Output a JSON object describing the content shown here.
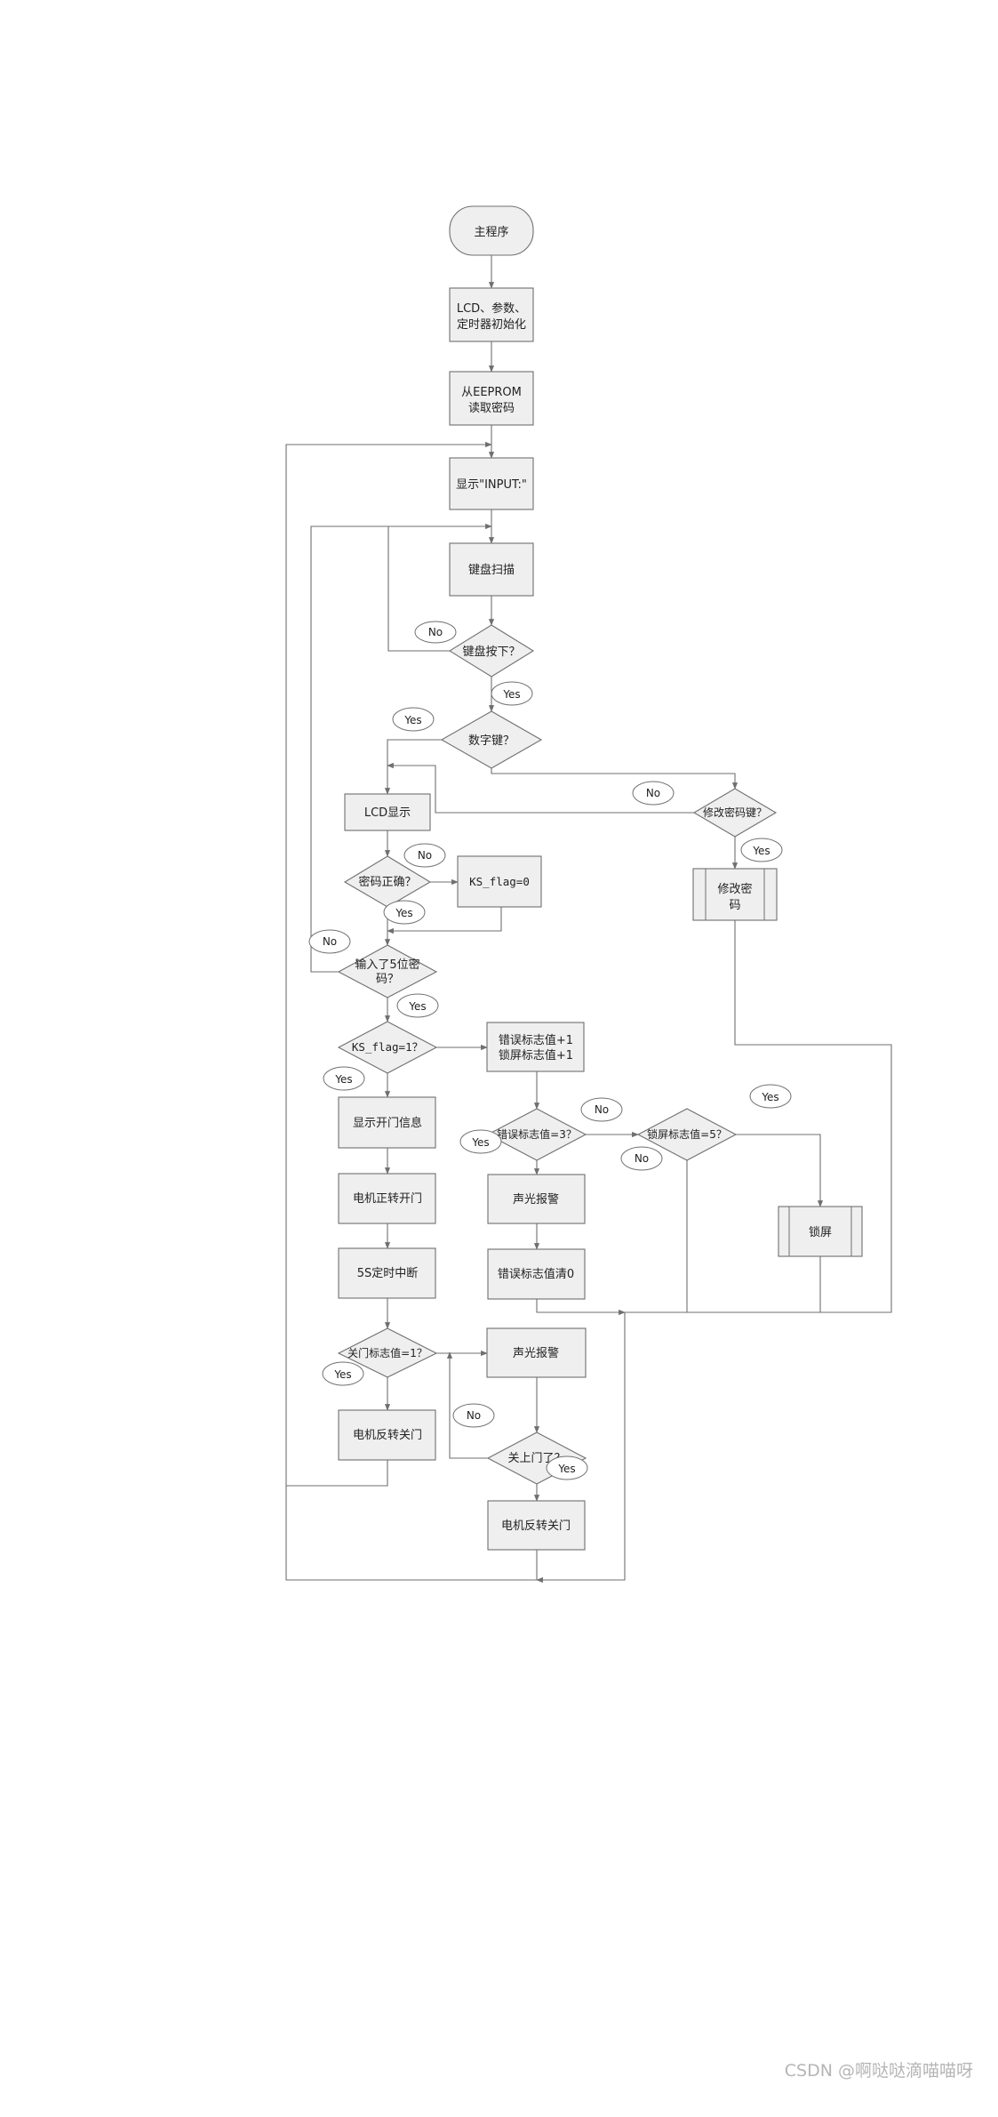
{
  "nodes": {
    "start": "主程序",
    "init_1": "LCD、参数、",
    "init_2": "定时器初始化",
    "read_1": "从EEPROM",
    "read_2": "读取密码",
    "show_input": "显示\"INPUT:\"",
    "scan": "键盘扫描",
    "pressed": "键盘按下？",
    "digit": "数字键？",
    "lcd": "LCD显示",
    "modkey": "修改密码键？",
    "modpwd_1": "修改密",
    "modpwd_2": "码",
    "pwdok": "密码正确？",
    "ksflag0": "KS_flag=0",
    "five_1": "输入了5位密",
    "five_2": "码？",
    "ksflag1": "KS_flag=1？",
    "errinc_1": "错误标志值+1",
    "errinc_2": "锁屏标志值+1",
    "showopen": "显示开门信息",
    "motorfwd": "电机正转开门",
    "err3": "错误标志值=3？",
    "lock5": "锁屏标志值=5？",
    "alarm1": "声光报警",
    "lockscreen": "锁屏",
    "errclear": "错误标志值清0",
    "timer5s": "5S定时中断",
    "closeflag": "关门标志值=1？",
    "alarm2": "声光报警",
    "motorrev1": "电机反转关门",
    "doorclosed": "关上门了？",
    "motorrev2": "电机反转关门"
  },
  "tags": {
    "yes": "Yes",
    "no": "No"
  },
  "watermark": "CSDN @啊哒哒滴喵喵呀"
}
